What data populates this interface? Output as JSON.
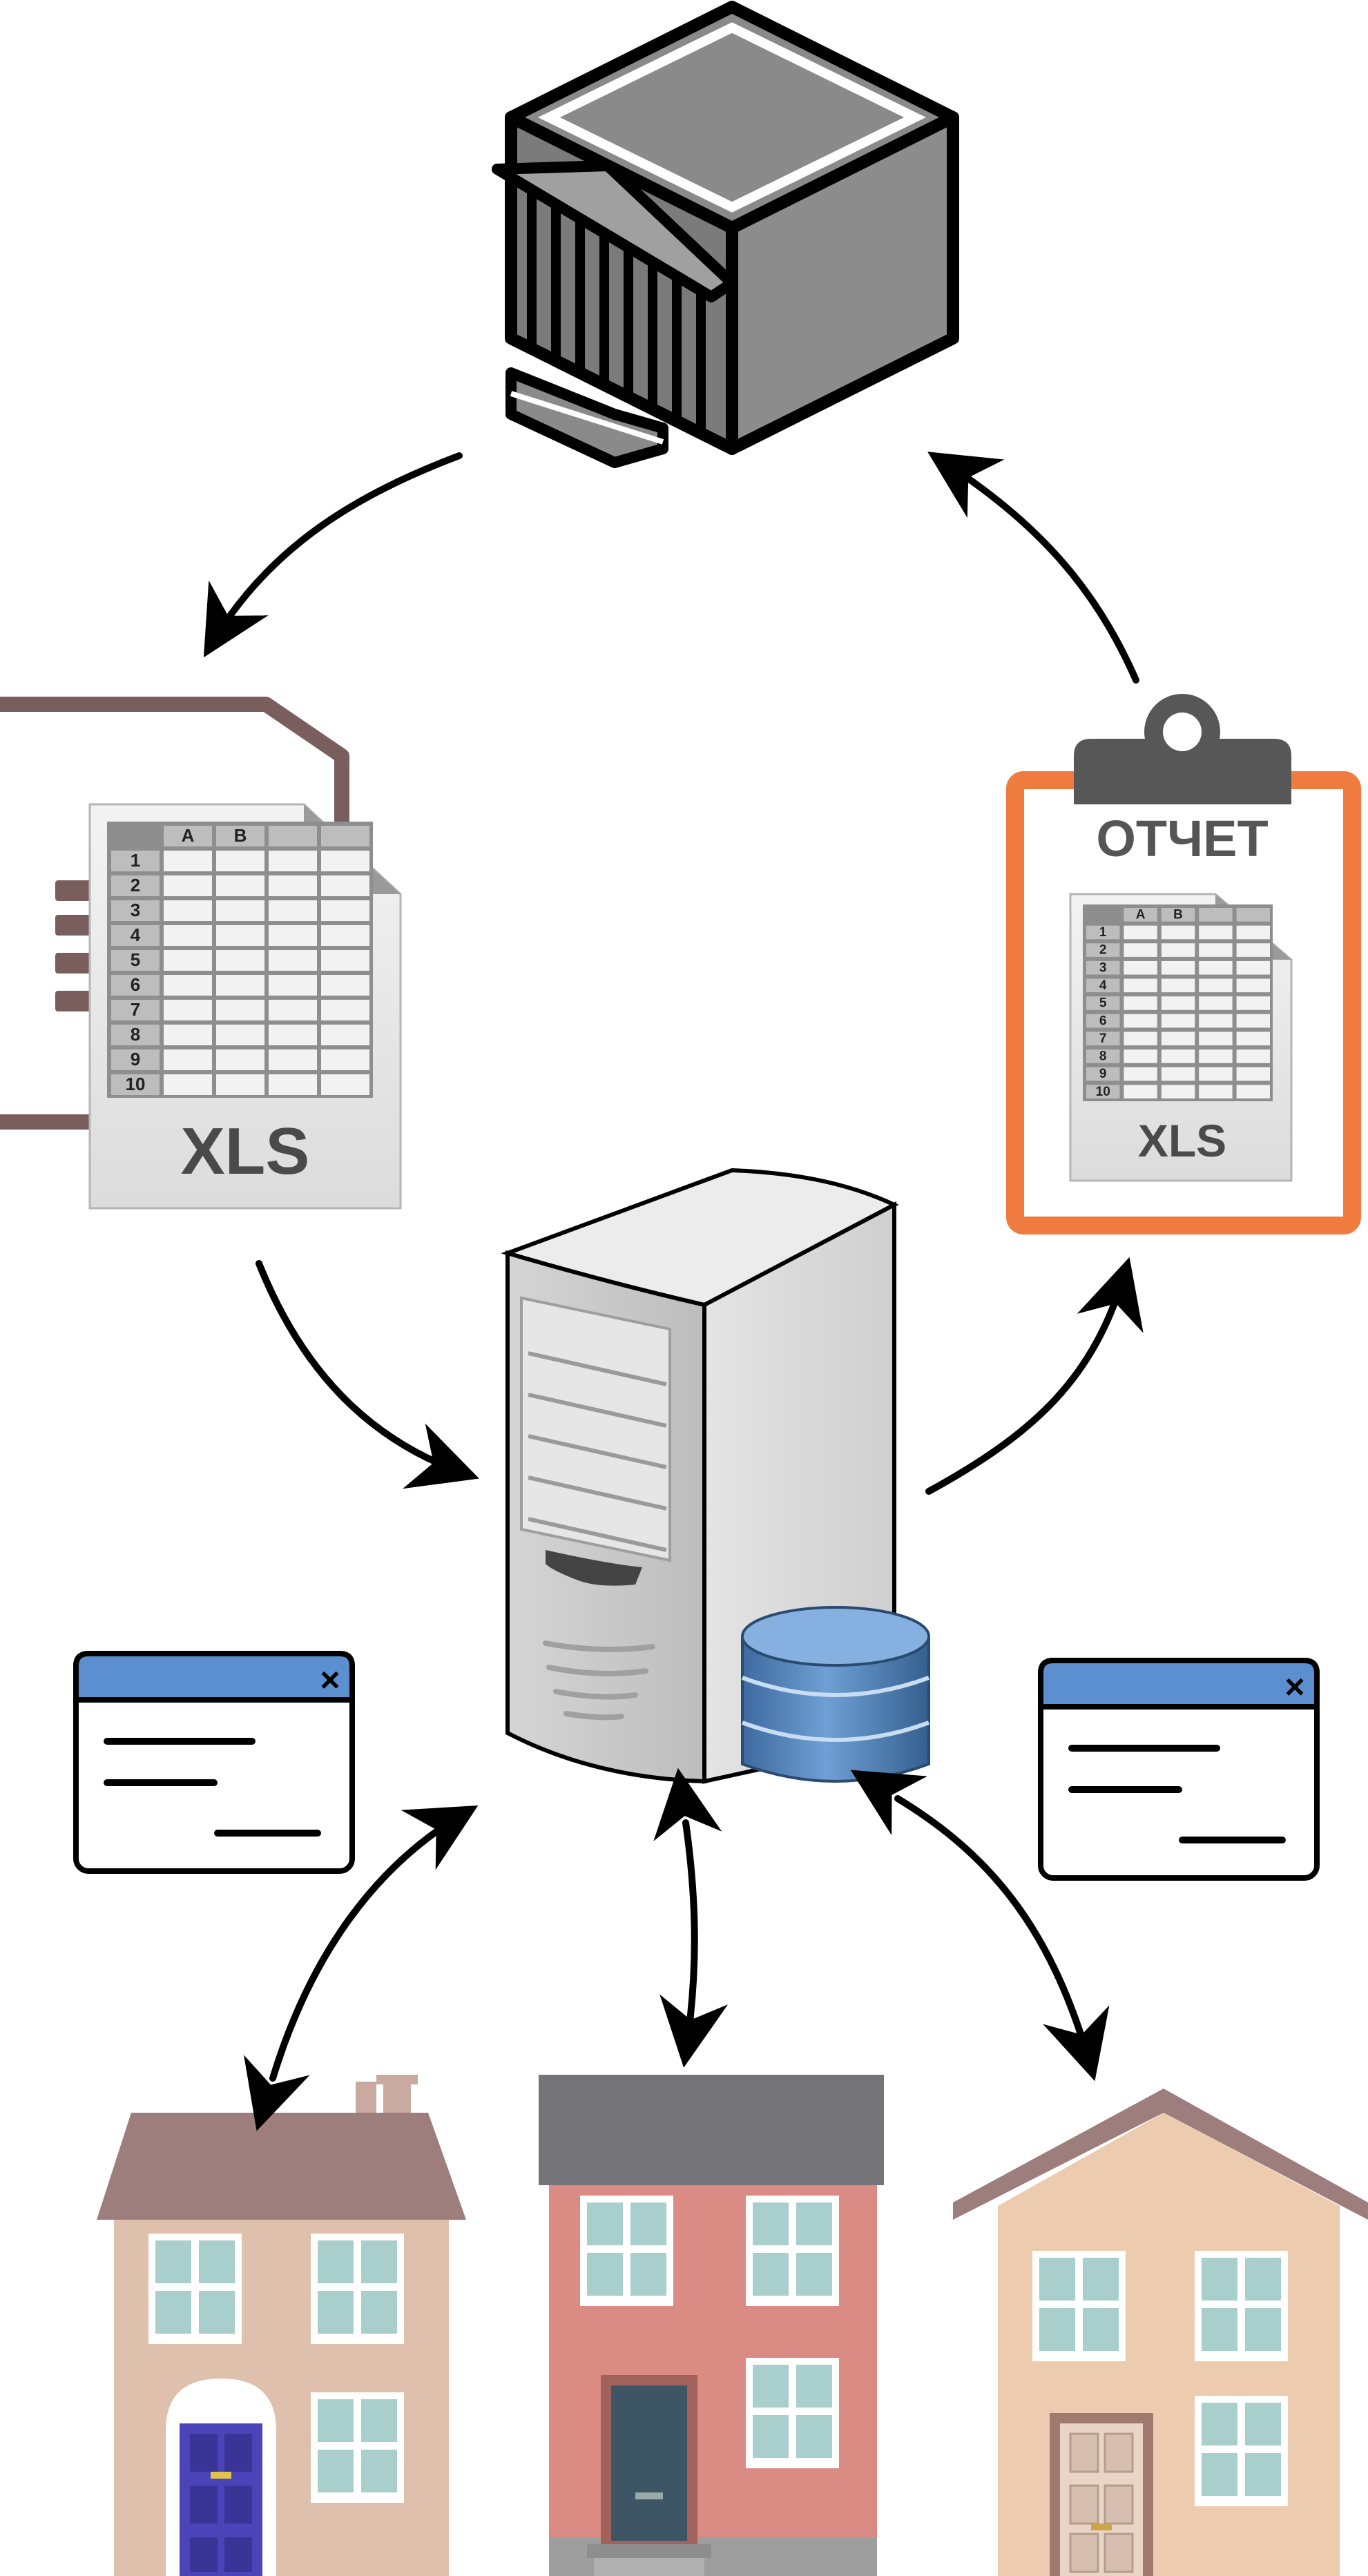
{
  "nodes": {
    "bank": {
      "icon": "bank-building-icon"
    },
    "source_spreadsheet": {
      "icon": "spreadsheet-document-icon",
      "file_label": "XLS",
      "columns": [
        "A",
        "B"
      ],
      "rows": [
        "1",
        "2",
        "3",
        "4",
        "5",
        "6",
        "7",
        "8",
        "9",
        "10"
      ]
    },
    "report": {
      "icon": "clipboard-report-icon",
      "title": "ОТЧЕТ",
      "file_label": "XLS",
      "columns": [
        "A",
        "B"
      ],
      "rows": [
        "1",
        "2",
        "3",
        "4",
        "5",
        "6",
        "7",
        "8",
        "9",
        "10"
      ]
    },
    "server": {
      "icon": "server-tower-icon"
    },
    "database": {
      "icon": "database-icon"
    },
    "window_left": {
      "icon": "app-window-icon",
      "close_glyph": "×"
    },
    "window_right": {
      "icon": "app-window-icon",
      "close_glyph": "×"
    },
    "house_left": {
      "icon": "house-icon"
    },
    "house_center": {
      "icon": "house-icon"
    },
    "house_right": {
      "icon": "house-icon"
    }
  },
  "colors": {
    "stroke": "#000000",
    "bank_gray": "#8a8a8a",
    "sheet_frame": "#7a5e5e",
    "report_orange": "#f07b3f",
    "window_title": "#5b8fd0",
    "db_blue": "#4f7fb5",
    "roof_mauve": "#9e7d7d",
    "roof_gray": "#747479",
    "wall_beige": "#dfc0ac",
    "wall_red": "#d98b84",
    "wall_peach": "#eccbae",
    "window_glass": "#a8cfcc",
    "door_blue": "#4b44b8",
    "door_dark": "#3e5565"
  },
  "connections": [
    {
      "from": "bank",
      "to": "source_spreadsheet",
      "direction": "one-way"
    },
    {
      "from": "source_spreadsheet",
      "to": "server",
      "direction": "one-way"
    },
    {
      "from": "server",
      "to": "report",
      "direction": "one-way"
    },
    {
      "from": "report",
      "to": "bank",
      "direction": "one-way"
    },
    {
      "from": "server",
      "to": "house_left",
      "direction": "two-way"
    },
    {
      "from": "server",
      "to": "house_center",
      "direction": "two-way"
    },
    {
      "from": "database",
      "to": "house_right",
      "direction": "two-way"
    }
  ]
}
